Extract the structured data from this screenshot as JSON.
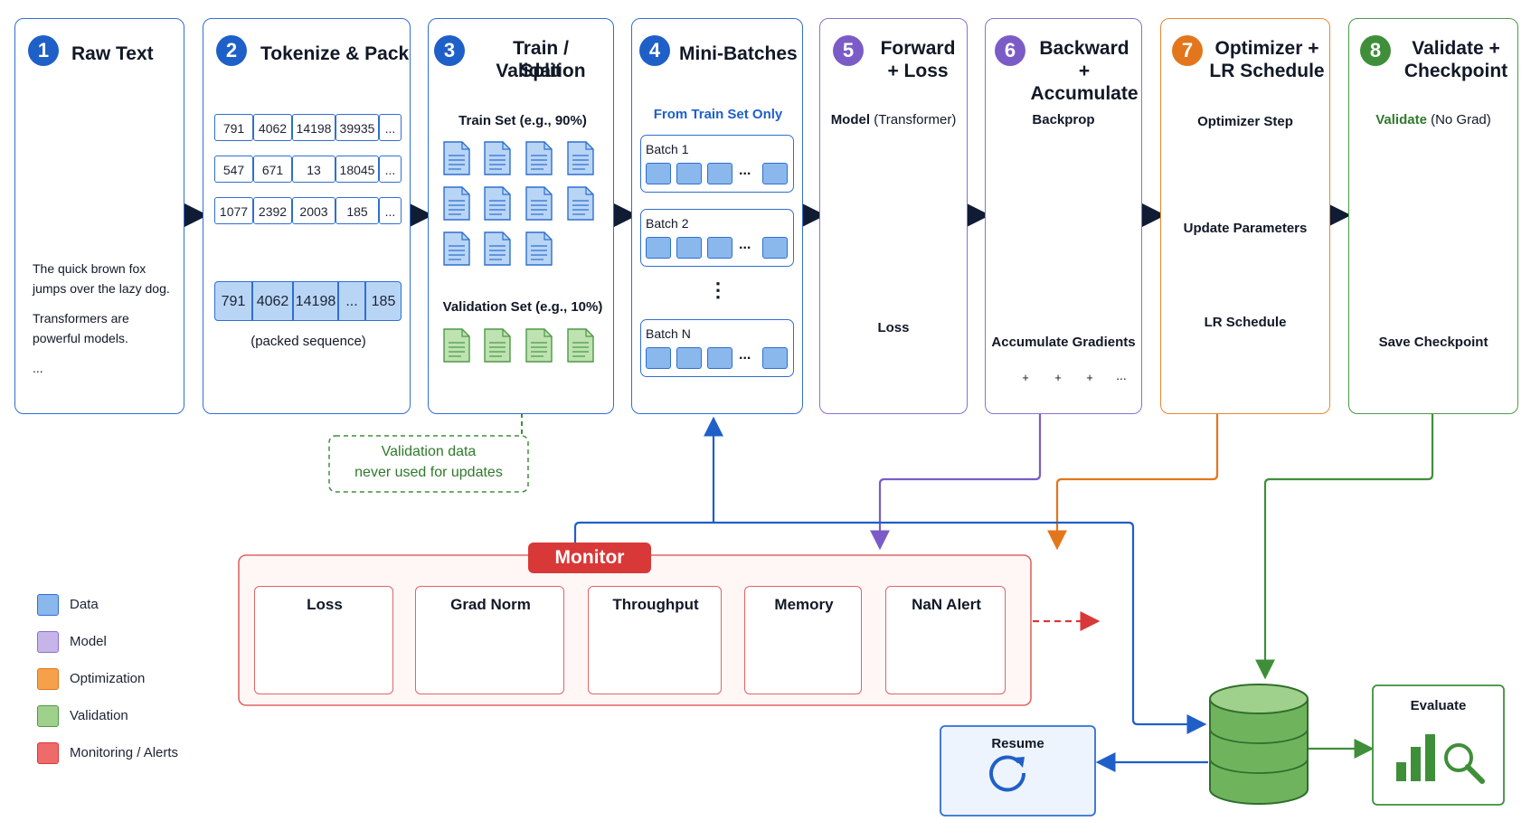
{
  "steps": [
    {
      "num": "1",
      "title": "Raw Text"
    },
    {
      "num": "2",
      "title": "Tokenize & Pack"
    },
    {
      "num": "3",
      "title_l1": "Train / Validation",
      "title_l2": "Split"
    },
    {
      "num": "4",
      "title": "Mini-Batches"
    },
    {
      "num": "5",
      "title_l1": "Forward",
      "title_l2": "+ Loss"
    },
    {
      "num": "6",
      "title_l1": "Backward",
      "title_l2": "+ Accumulate"
    },
    {
      "num": "7",
      "title_l1": "Optimizer +",
      "title_l2": "LR Schedule"
    },
    {
      "num": "8",
      "title_l1": "Validate +",
      "title_l2": "Checkpoint"
    }
  ],
  "raw_text": {
    "line1": "The quick brown fox",
    "line2": "jumps over the lazy dog.",
    "line3": "Transformers are",
    "line4": "powerful models.",
    "line5": "..."
  },
  "tokens": {
    "rows": [
      [
        "791",
        "4062",
        "14198",
        "39935",
        "..."
      ],
      [
        "547",
        "671",
        "13",
        "18045",
        "..."
      ],
      [
        "1077",
        "2392",
        "2003",
        "185",
        "..."
      ]
    ],
    "packed": [
      "791",
      "4062",
      "14198",
      "...",
      "185"
    ],
    "packed_label": "(packed sequence)"
  },
  "split": {
    "train": "Train Set (e.g., 90%)",
    "validation": "Validation Set (e.g., 10%)",
    "note_l1": "Validation data",
    "note_l2": "never used for updates"
  },
  "batches": {
    "subtitle": "From Train Set Only",
    "b1": "Batch 1",
    "b2": "Batch 2",
    "bn": "Batch N",
    "dots": "...",
    "vdots": "⋮"
  },
  "forward": {
    "model_bold": "Model",
    "model_rest": " (Transformer)",
    "loss": "Loss",
    "dots": "..."
  },
  "backward": {
    "backprop": "Backprop",
    "accumulate": "Accumulate Gradients",
    "plus": "+",
    "dots": "..."
  },
  "optimizer": {
    "step": "Optimizer Step",
    "update": "Update Parameters",
    "lr": "LR Schedule"
  },
  "validate": {
    "validate_bold": "Validate",
    "validate_rest": " (No Grad)",
    "save": "Save Checkpoint",
    "dots": "..."
  },
  "monitor": {
    "title": "Monitor",
    "tiles": [
      "Loss",
      "Grad Norm",
      "Throughput",
      "Memory",
      "NaN Alert"
    ],
    "alert_mark": "!"
  },
  "resume": "Resume",
  "evaluate": "Evaluate",
  "legend": [
    {
      "label": "Data",
      "color": "#8ab8ec",
      "border": "#2f6fd0"
    },
    {
      "label": "Model",
      "color": "#c7b5ea",
      "border": "#8a72cf"
    },
    {
      "label": "Optimization",
      "color": "#f5a04a",
      "border": "#e3761c"
    },
    {
      "label": "Validation",
      "color": "#9fd08c",
      "border": "#4c9a45"
    },
    {
      "label": "Monitoring / Alerts",
      "color": "#ef6a6a",
      "border": "#d93838"
    }
  ],
  "colors": {
    "blue": "#1f5fc8",
    "purple": "#7b5cc7",
    "orange": "#e3761c",
    "green": "#3f8f3a",
    "red": "#d93838"
  }
}
